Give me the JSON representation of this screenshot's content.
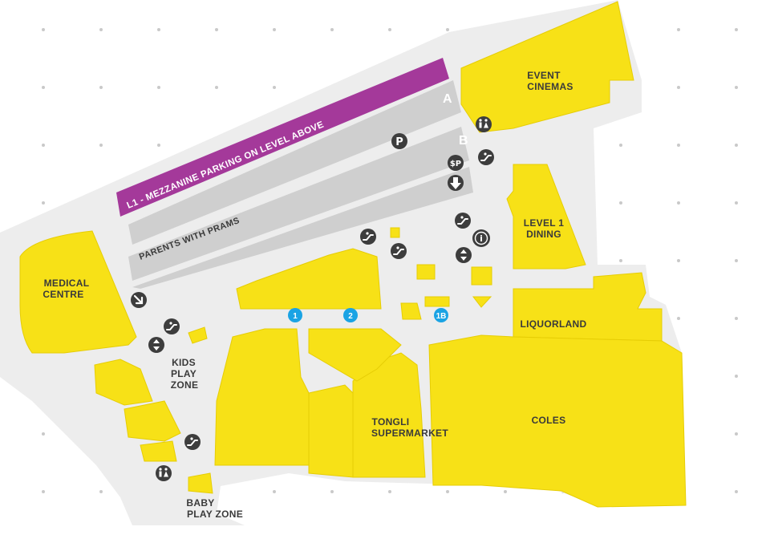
{
  "colors": {
    "background": "#ffffff",
    "floor": "#ededed",
    "store": "#f7e117",
    "store_outline": "#e6cd05",
    "parking_lane": "#cfcfcf",
    "mezzanine": "#a4399a",
    "icon": "#3d3d3d",
    "entrance": "#1aa3e4",
    "dot": "#c9c9c9"
  },
  "stores": {
    "event_cinemas": [
      "EVENT",
      "CINEMAS"
    ],
    "level1_dining": [
      "LEVEL 1",
      "DINING"
    ],
    "medical_centre": [
      "MEDICAL",
      "CENTRE"
    ],
    "liquorland": "LIQUORLAND",
    "coles": "COLES",
    "tongli": [
      "TONGLI",
      "SUPERMARKET"
    ],
    "kids_play_zone": [
      "KIDS",
      "PLAY",
      "ZONE"
    ],
    "baby_play_zone": [
      "BABY",
      "PLAY ZONE"
    ]
  },
  "parking": {
    "mezzanine_banner": "L1 - MEZZANINE PARKING ON LEVEL ABOVE",
    "lane_a": "A",
    "lane_b": "B",
    "parents_with_prams": "PARENTS WITH PRAMS"
  },
  "entrances": [
    "1",
    "2",
    "1B"
  ],
  "icons": {
    "parking": "P",
    "paid_parking": "$P",
    "info": "i",
    "names": [
      "parking-icon",
      "paid-parking-icon",
      "down-arrow-icon",
      "escalator-icon",
      "lift-icon",
      "toilets-icon",
      "info-icon",
      "entry-arrow-icon"
    ]
  }
}
